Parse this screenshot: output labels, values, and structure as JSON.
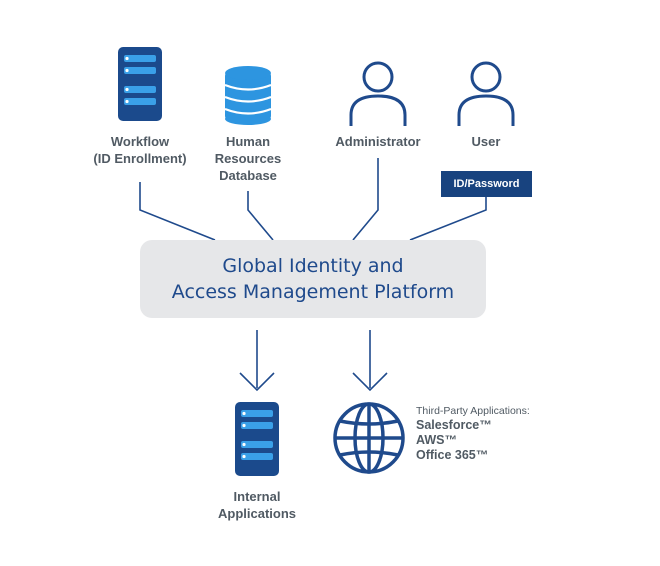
{
  "nodes": {
    "workflow": {
      "lines": [
        "Workflow",
        "(ID Enrollment)"
      ],
      "icon": "server-icon"
    },
    "hr_database": {
      "lines": [
        "Human",
        "Resources",
        "Database"
      ],
      "icon": "database-icon"
    },
    "administrator": {
      "label": "Administrator",
      "icon": "user-icon"
    },
    "user": {
      "label": "User",
      "icon": "user-icon",
      "badge": "ID/Password"
    },
    "platform": {
      "lines": [
        "Global Identity and",
        "Access Management Platform"
      ]
    },
    "internal_apps": {
      "lines": [
        "Internal",
        "Applications"
      ],
      "icon": "server-icon"
    },
    "third_party": {
      "caption": "Third-Party Applications:",
      "apps": [
        "Salesforce™",
        "AWS™",
        "Office 365™"
      ],
      "icon": "globe-icon"
    }
  },
  "colors": {
    "navy": "#1f4a8c",
    "badge": "#18437f",
    "server_dark": "#1b4a8c",
    "server_light": "#3aa0e8",
    "database": "#2d95e0",
    "platform_bg": "#e6e7e9",
    "text_gray": "#505a63",
    "line": "#1f4a8c"
  }
}
